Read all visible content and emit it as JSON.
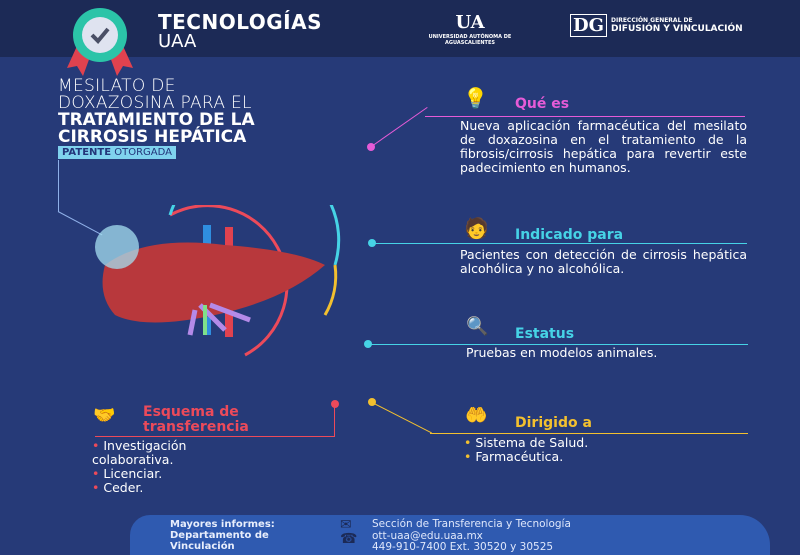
{
  "header": {
    "brand_line1": "TECNOLOGÍAS",
    "brand_line2": "UAA",
    "uaa_logo_text": "UNIVERSIDAD AUTÓNOMA DE AGUASCALIENTES",
    "dgdv_line1": "DIRECCIÓN GENERAL DE",
    "dgdv_line2": "DIFUSIÓN Y VINCULACIÓN"
  },
  "title": {
    "line1": "MESILATO DE",
    "line2": "DOXAZOSINA PARA EL",
    "line3": "TRATAMIENTO DE LA",
    "line4": "CIRROSIS HEPÁTICA",
    "badge_bold": "PATENTE",
    "badge_rest": "OTORGADA"
  },
  "que_es": {
    "title": "Qué es",
    "text": "Nueva aplicación farmacéutica del mesilato de doxazosina en el tratamiento de la fibrosis/cirrosis hepática para revertir este padecimiento en humanos."
  },
  "indicado": {
    "title": "Indicado para",
    "text": "Pacientes con detección de cirrosis hepática alcohólica y no alcohólica."
  },
  "estatus": {
    "title": "Estatus",
    "text": "Pruebas en modelos animales."
  },
  "esquema": {
    "title": "Esquema de transferencia",
    "items": [
      "Investigación colaborativa.",
      "Licenciar.",
      "Ceder."
    ]
  },
  "dirigido": {
    "title": "Dirigido a",
    "items": [
      "Sistema de Salud.",
      "Farmacéutica."
    ]
  },
  "footer": {
    "label": "Mayores informes: Departamento de Vinculación",
    "office": "Sección de Transferencia y Tecnología",
    "email": "ott-uaa@edu.uaa.mx",
    "phone": "449-910-7400  Ext. 30520 y 30525"
  },
  "colors": {
    "pink": "#e65bd7",
    "cyan": "#46d3e6",
    "yellow": "#f3c02f",
    "red": "#ec4a5a"
  }
}
